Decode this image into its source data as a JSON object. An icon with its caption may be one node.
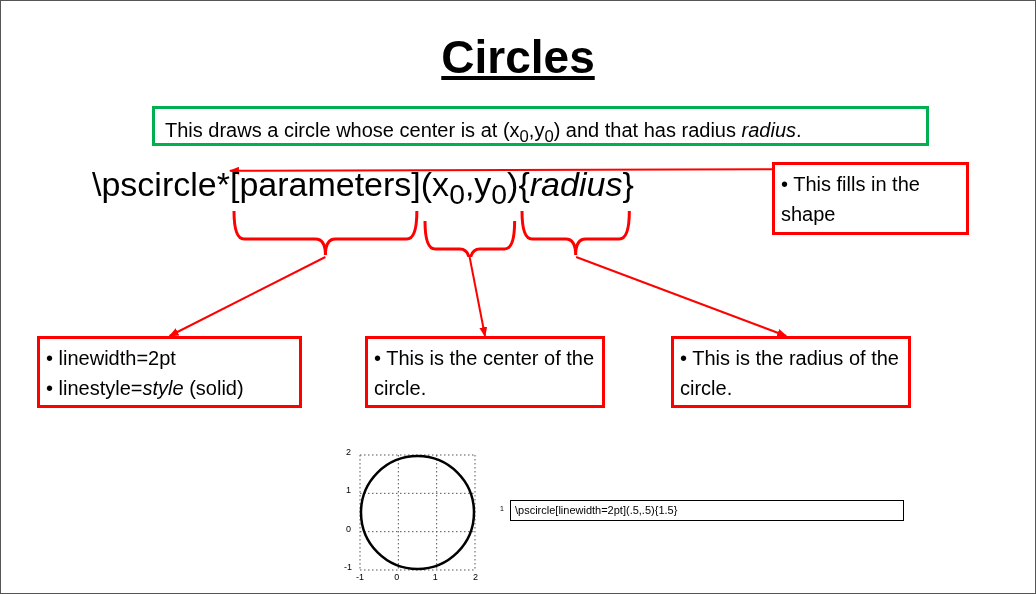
{
  "diagram": {
    "title": "Circles",
    "nodes": [
      {
        "text": [
          "This draws a circle whose center is at (x$_{0}$,y$_{0}$) and that has radius *radius*."
        ]
      },
      {
        "text": [
          "\\pscircle*"
        ]
      },
      {
        "text": [
          "[parameters]"
        ]
      },
      {
        "text": [
          "(x$_{0}$,y$_{0}$)"
        ]
      },
      {
        "text": [
          "{*radius*}"
        ]
      },
      {
        "text": [
          "• This fills in the shape"
        ]
      },
      {
        "text": [
          "• linewidth=2pt",
          "• linestyle=*style* (solid)"
        ]
      },
      {
        "text": [
          "• This is the center of the circle."
        ]
      },
      {
        "text": [
          "• This is the radius of the circle."
        ]
      },
      {
        "text": [
          "\\pscircle[linewidth=2pt](.5,.5){1.5}"
        ],
        "beside": [
          "1"
        ]
      }
    ],
    "edges": [
      {
        "from": 5,
        "to": 1,
        "arrow": "to"
      },
      {
        "from": 2,
        "to": 6,
        "arrow": "to"
      },
      {
        "from": 3,
        "to": 7,
        "arrow": "to"
      },
      {
        "from": 4,
        "to": 8,
        "arrow": "to"
      }
    ],
    "labels": [
      "2",
      "1",
      "0",
      "-1",
      "-1",
      "0",
      "1",
      "2"
    ]
  }
}
